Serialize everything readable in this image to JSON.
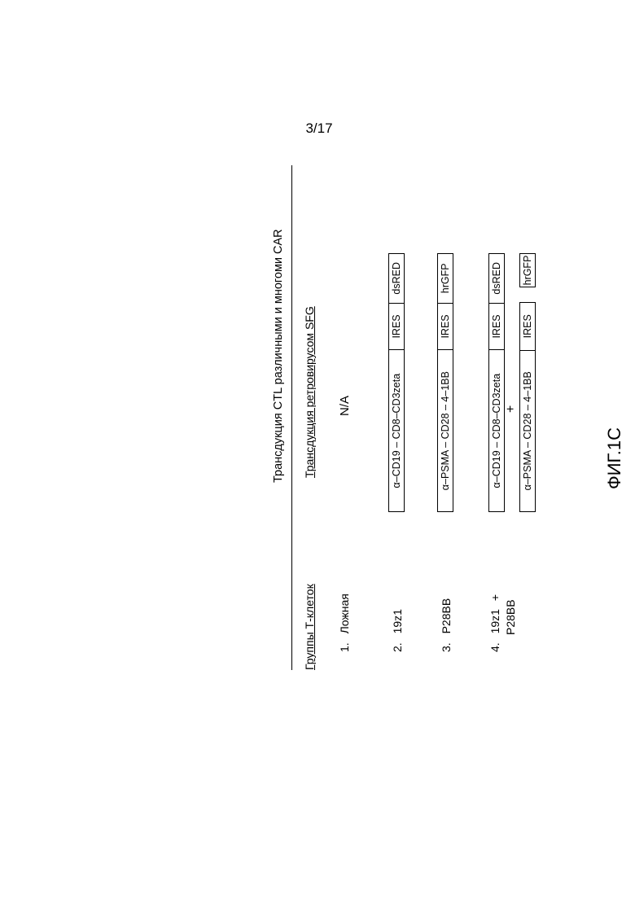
{
  "page_number": "3/17",
  "figure": {
    "title": "Трансдукция CTL различными и многоми CAR",
    "col_group_header": "Группы Т-клеток",
    "col_transduction_header": "Трансдукция ретровирусом SFG",
    "rows": [
      {
        "num": "1.",
        "group": "Ложная",
        "value": "N/A"
      },
      {
        "num": "2.",
        "group": "19z1",
        "construct": {
          "car": "α–CD19 – CD8–CD3zeta",
          "ires": "IRES",
          "marker": "dsRED"
        }
      },
      {
        "num": "3.",
        "group": "P28BB",
        "construct": {
          "car": "α–PSMA – CD28 – 4–1BB",
          "ires": "IRES",
          "marker": "hrGFP"
        }
      },
      {
        "num": "4.",
        "group_line1": "19z1",
        "plus": "+",
        "group_line2": "P28BB",
        "construct_a": {
          "car": "α–CD19 – CD8–CD3zeta",
          "ires": "IRES",
          "marker": "dsRED"
        },
        "construct_plus": "+",
        "construct_b": {
          "car": "α–PSMA – CD28 – 4–1BB",
          "ires": "IRES",
          "marker": "hrGFP"
        }
      }
    ],
    "caption": "ФИГ.1С"
  }
}
